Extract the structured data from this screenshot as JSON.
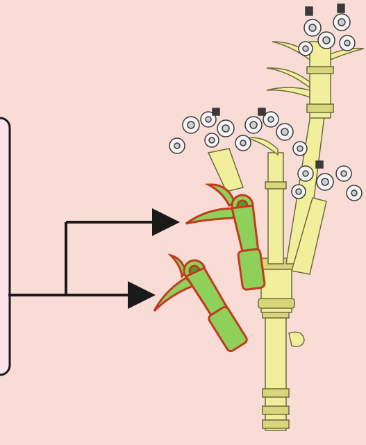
{
  "colors": {
    "background": "#fadcd6",
    "callout_fill": "#fde4ec",
    "callout_border": "#1a1a1a",
    "arrow": "#1a1a1a",
    "stem_yellow": "#f2ef9c",
    "stem_shade": "#d9d57a",
    "stem_outline": "#6b6a3c",
    "highlight_green": "#8ed05a",
    "highlight_green_dark": "#4e9c2c",
    "highlight_outline": "#c23a1e",
    "valve_white": "#f4f4f4",
    "valve_outline": "#3a3a3a"
  },
  "diagram": {
    "callout_box": {
      "text": ""
    },
    "arrows": [
      {
        "target": "upper-highlighted-branch"
      },
      {
        "target": "lower-highlighted-branch"
      }
    ],
    "branches_highlighted": 2,
    "icons": [
      "valve-cluster-icon",
      "highlighted-branch-icon",
      "stem-assembly-icon"
    ]
  }
}
